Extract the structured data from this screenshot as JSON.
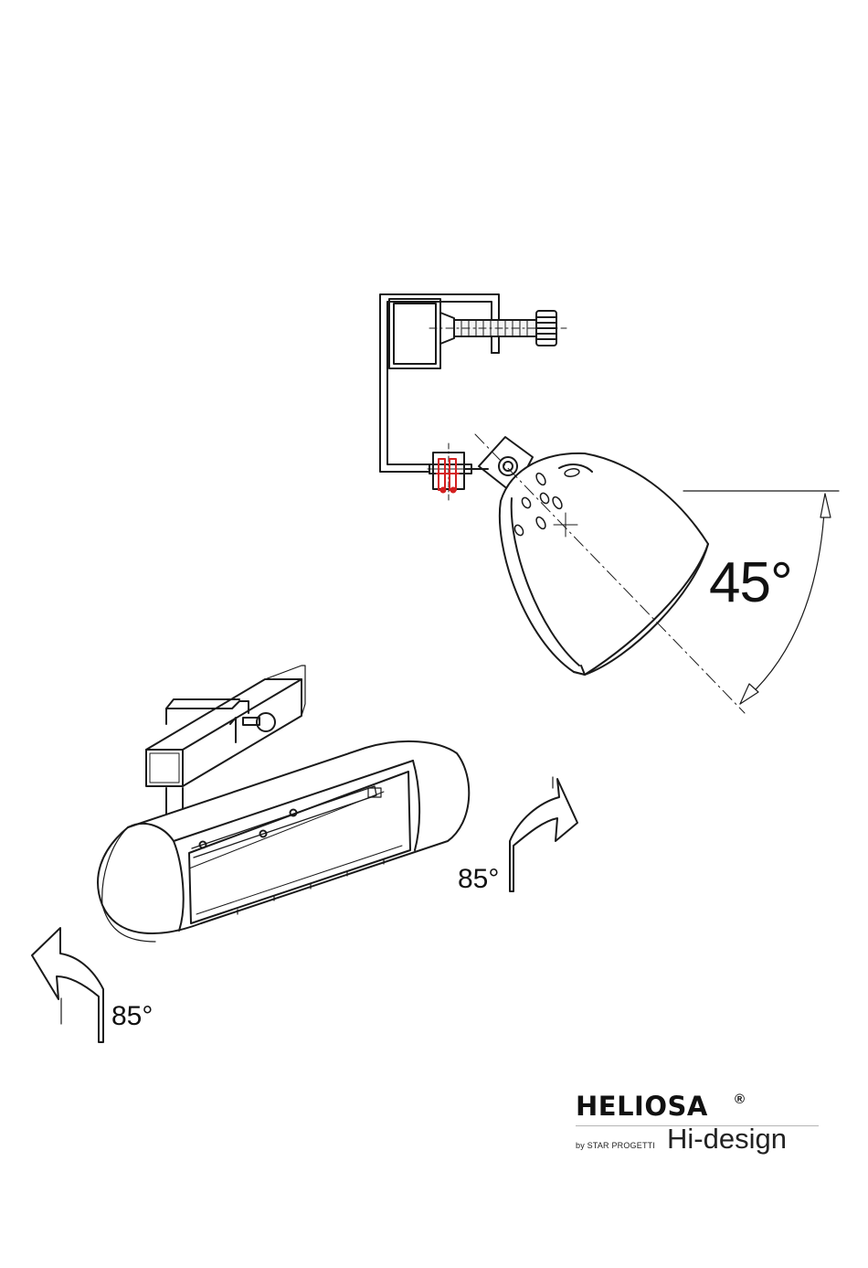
{
  "labels": {
    "tilt_angle": "45°",
    "rotate_right": "85°",
    "rotate_left": "85°"
  },
  "logo": {
    "brand": "HELIOSA",
    "registered": "®",
    "byline": "by STAR PROGETTI",
    "product": "Hi-design"
  },
  "colors": {
    "line": "#1a1a1a",
    "hidden_line": "#555555",
    "highlight": "#d42020",
    "arrow_fill": "#ffffff"
  },
  "icons": {
    "clamp_top": "clamp-bracket-icon",
    "heater_tilted": "heater-lamp-icon",
    "clamp_bottom": "clamp-bracket-icon",
    "heater_front": "heater-body-icon",
    "rotate_arrow": "curved-arrow-icon"
  }
}
